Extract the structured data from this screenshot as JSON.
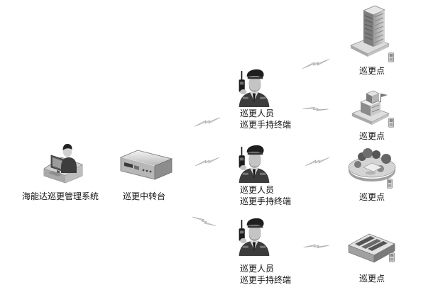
{
  "system": {
    "label": "海能达巡更管理系统"
  },
  "relay": {
    "label": "巡更中转台"
  },
  "guards": [
    {
      "line1": "巡更人员",
      "line2": "巡更手持终端"
    },
    {
      "line1": "巡更人员",
      "line2": "巡更手持终端"
    },
    {
      "line1": "巡更人员",
      "line2": "巡更手持终端"
    }
  ],
  "checkpoints": [
    {
      "label": "巡更点",
      "icon": "office-building-icon"
    },
    {
      "label": "巡更点",
      "icon": "campus-building-icon"
    },
    {
      "label": "巡更点",
      "icon": "park-garden-icon"
    },
    {
      "label": "巡更点",
      "icon": "factory-icon"
    }
  ]
}
